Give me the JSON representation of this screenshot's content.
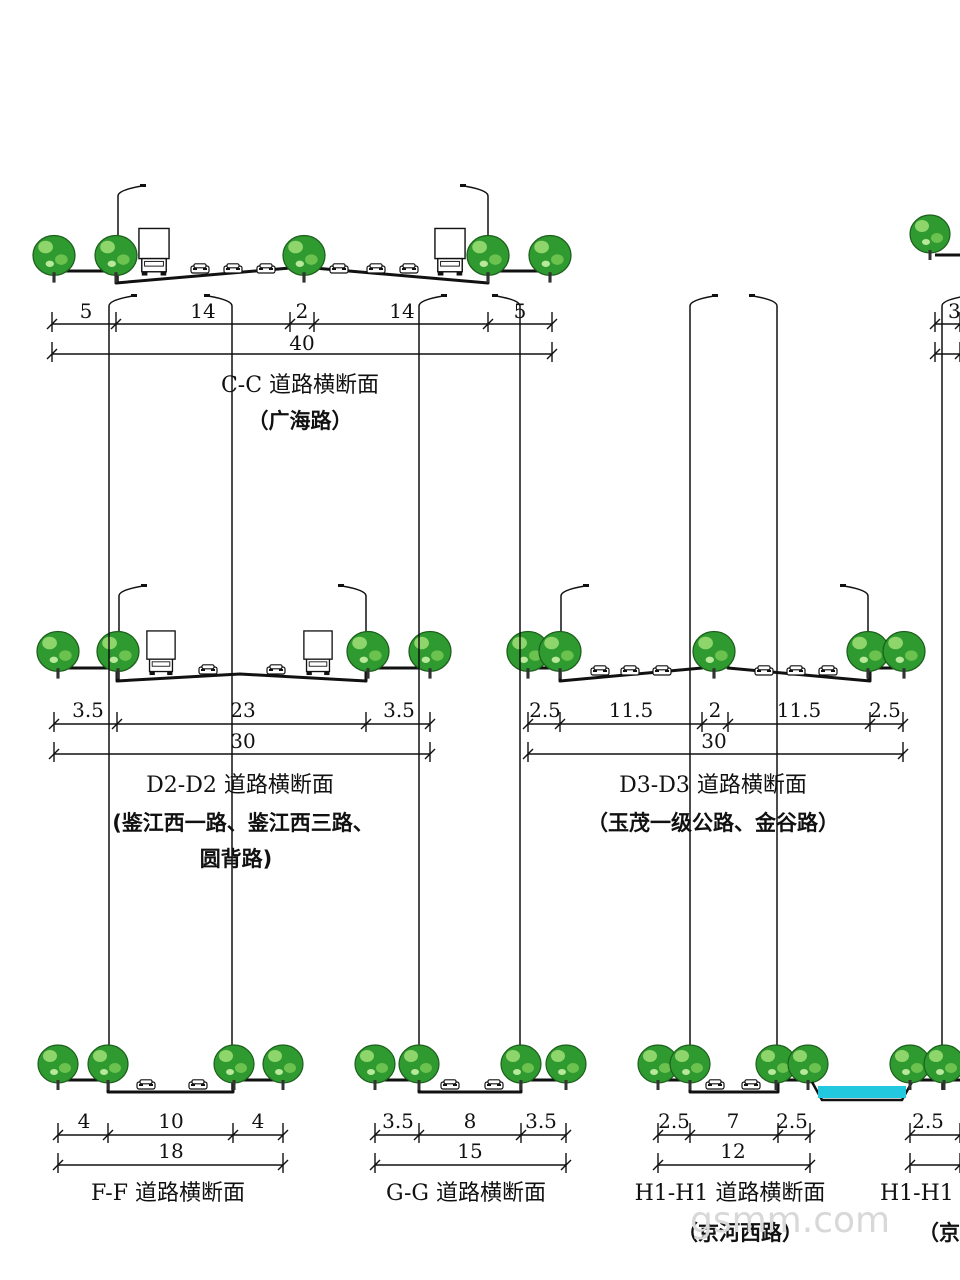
{
  "colors": {
    "tree": "#2f9a2f",
    "tree_light": "#8ed66b",
    "water": "#22c8de",
    "line": "#111111"
  },
  "sections": [
    {
      "id": "cc",
      "title": "C-C 道路横断面",
      "road_lines": [
        "（广海路）"
      ],
      "segments": [
        "5",
        "14",
        "2",
        "14",
        "5"
      ],
      "total": "40"
    },
    {
      "id": "d2",
      "title": "D2-D2 道路横断面",
      "road_lines": [
        "(鉴江西一路、鉴江西三路、",
        "圆背路)"
      ],
      "segments": [
        "3.5",
        "23",
        "3.5"
      ],
      "total": "30"
    },
    {
      "id": "d3",
      "title": "D3-D3 道路横断面",
      "road_lines": [
        "（玉茂一级公路、金谷路）"
      ],
      "segments": [
        "2.5",
        "11.5",
        "2",
        "11.5",
        "2.5"
      ],
      "total": "30"
    },
    {
      "id": "ff",
      "title": "F-F 道路横断面",
      "road_lines": [],
      "segments": [
        "4",
        "10",
        "4"
      ],
      "total": "18"
    },
    {
      "id": "gg",
      "title": "G-G 道路横断面",
      "road_lines": [],
      "segments": [
        "3.5",
        "8",
        "3.5"
      ],
      "total": "15"
    },
    {
      "id": "h1a",
      "title": "H1-H1 道路横断面",
      "road_lines": [
        "（京河西路）"
      ],
      "segments": [
        "2.5",
        "7",
        "2.5"
      ],
      "total": "12"
    },
    {
      "id": "h1b",
      "title": "H1-H1",
      "road_lines": [
        "（京"
      ],
      "segments": [
        "2.5"
      ],
      "total": ""
    },
    {
      "id": "edge",
      "title": "",
      "road_lines": [],
      "segments": [
        "3"
      ],
      "total": ""
    }
  ],
  "watermark": "gsmm.com"
}
